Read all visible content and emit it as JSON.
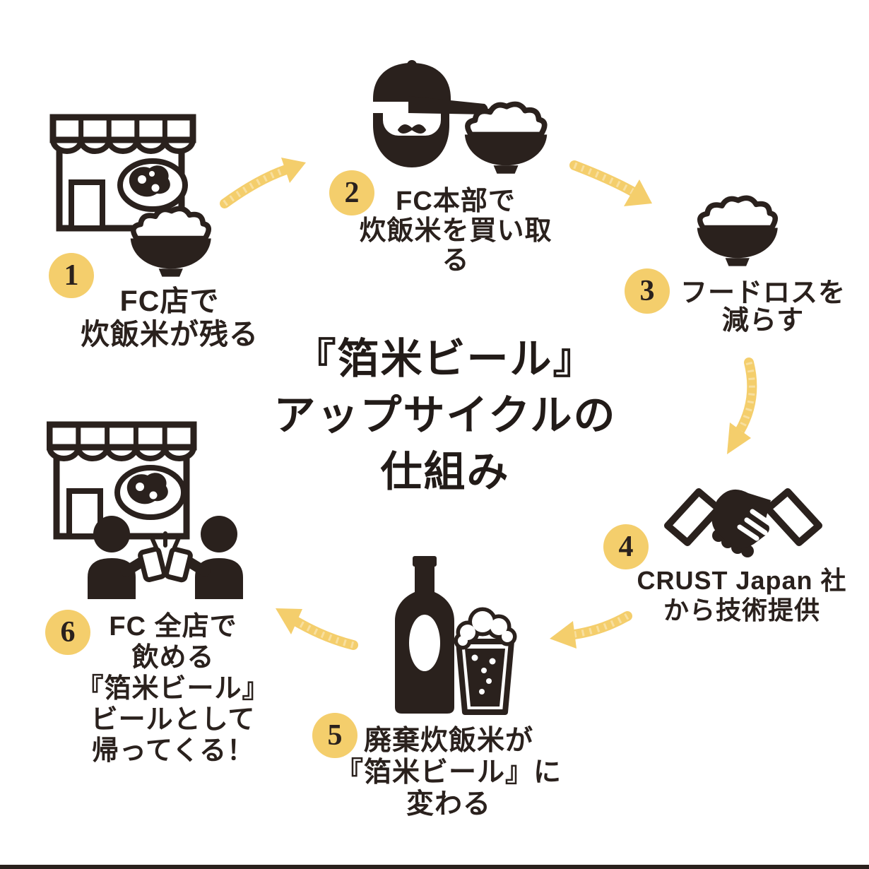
{
  "colors": {
    "ink": "#2a211d",
    "accent_yellow": "#f4ce6c",
    "background": "#ffffff"
  },
  "title": {
    "lines": [
      "『箔米ビール』",
      "アップサイクルの",
      "仕組み"
    ]
  },
  "steps": [
    {
      "number": "1",
      "icon": "storefront-rice-bowl-icon",
      "lines": [
        "FC店で",
        "炊飯米が残る"
      ]
    },
    {
      "number": "2",
      "icon": "bearded-buyer-rice-bowl-icon",
      "lines": [
        "FC本部で",
        "炊飯米を買い取る"
      ]
    },
    {
      "number": "3",
      "icon": "rice-bowl-icon",
      "lines": [
        "フードロスを",
        "減らす"
      ]
    },
    {
      "number": "4",
      "icon": "handshake-icon",
      "lines": [
        "CRUST Japan 社",
        "から技術提供"
      ]
    },
    {
      "number": "5",
      "icon": "beer-bottle-glass-icon",
      "lines": [
        "廃棄炊飯米が",
        "『箔米ビール』に",
        "変わる"
      ]
    },
    {
      "number": "6",
      "icon": "storefront-cheers-icon",
      "lines": [
        "FC 全店で",
        "飲める",
        "『箔米ビール』",
        "ビールとして",
        "帰ってくる！"
      ]
    }
  ],
  "arrows": [
    {
      "from": "1",
      "to": "2"
    },
    {
      "from": "2",
      "to": "3"
    },
    {
      "from": "3",
      "to": "4"
    },
    {
      "from": "4",
      "to": "5"
    },
    {
      "from": "5",
      "to": "6"
    }
  ]
}
